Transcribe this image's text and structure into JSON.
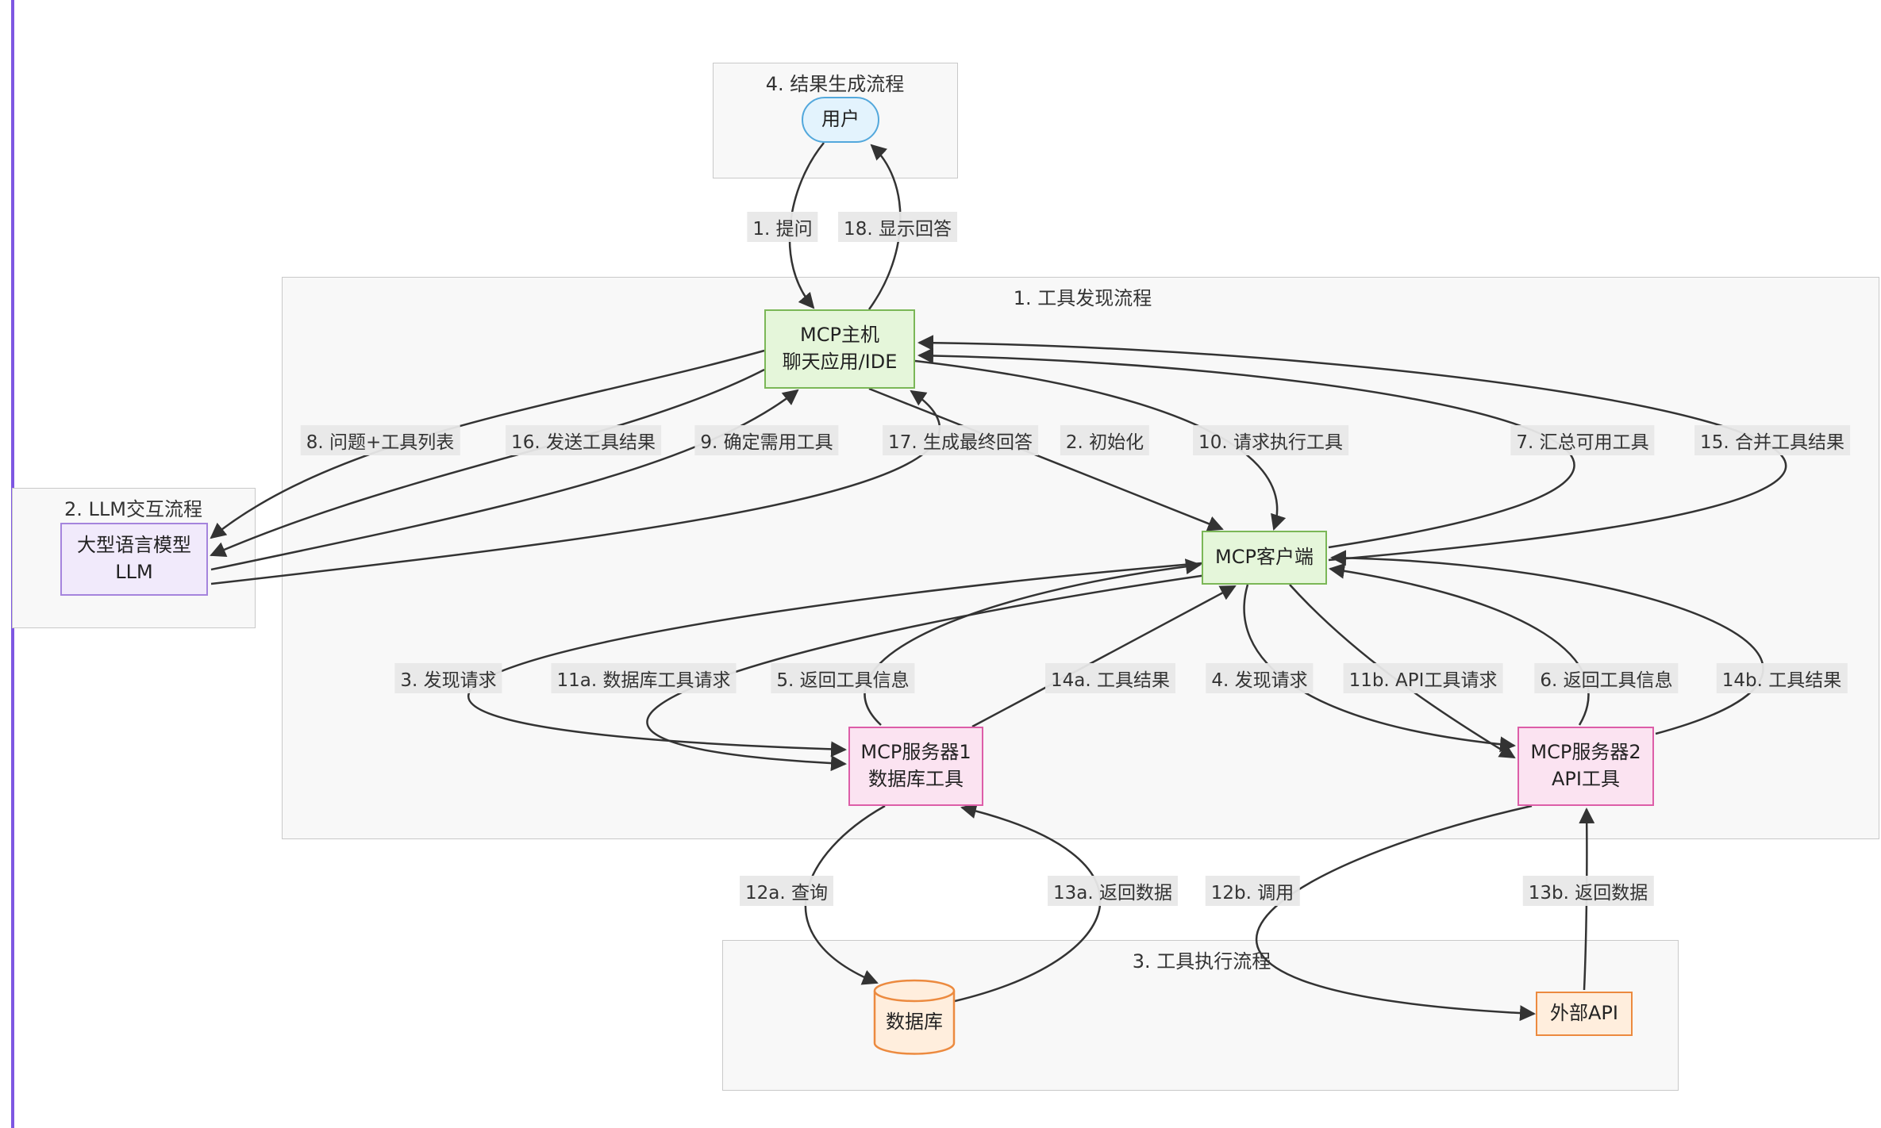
{
  "subgraphs": {
    "result_flow": {
      "title": "4. 结果生成流程"
    },
    "tool_discovery_flow": {
      "title": "1. 工具发现流程"
    },
    "llm_interaction_flow": {
      "title": "2. LLM交互流程"
    },
    "tool_execution_flow": {
      "title": "3. 工具执行流程"
    }
  },
  "nodes": {
    "user": {
      "label": "用户"
    },
    "mcp_host": {
      "line1": "MCP主机",
      "line2": "聊天应用/IDE"
    },
    "llm": {
      "line1": "大型语言模型",
      "line2": "LLM"
    },
    "mcp_client": {
      "label": "MCP客户端"
    },
    "mcp_server1": {
      "line1": "MCP服务器1",
      "line2": "数据库工具"
    },
    "mcp_server2": {
      "line1": "MCP服务器2",
      "line2": "API工具"
    },
    "database": {
      "label": "数据库"
    },
    "external_api": {
      "label": "外部API"
    }
  },
  "edge_labels": {
    "e1": "1. 提问",
    "e18": "18. 显示回答",
    "e8": "8. 问题+工具列表",
    "e16": "16. 发送工具结果",
    "e9": "9. 确定需用工具",
    "e17": "17. 生成最终回答",
    "e2": "2. 初始化",
    "e10": "10. 请求执行工具",
    "e7": "7. 汇总可用工具",
    "e15": "15. 合并工具结果",
    "e3": "3. 发现请求",
    "e11a": "11a. 数据库工具请求",
    "e5": "5. 返回工具信息",
    "e14a": "14a. 工具结果",
    "e4": "4. 发现请求",
    "e11b": "11b. API工具请求",
    "e6": "6. 返回工具信息",
    "e14b": "14b. 工具结果",
    "e12a": "12a. 查询",
    "e13a": "13a. 返回数据",
    "e12b": "12b. 调用",
    "e13b": "13b. 返回数据"
  },
  "palette": {
    "edge": "#333333",
    "label_background": "#e8e8e8",
    "green_border": "#7bb757",
    "pink_border": "#dd5ea8",
    "blue_border": "#53a8dc",
    "purple_border": "#a584dd",
    "orange_border": "#ec8a3f",
    "accent_bar": "#7e57e2"
  }
}
